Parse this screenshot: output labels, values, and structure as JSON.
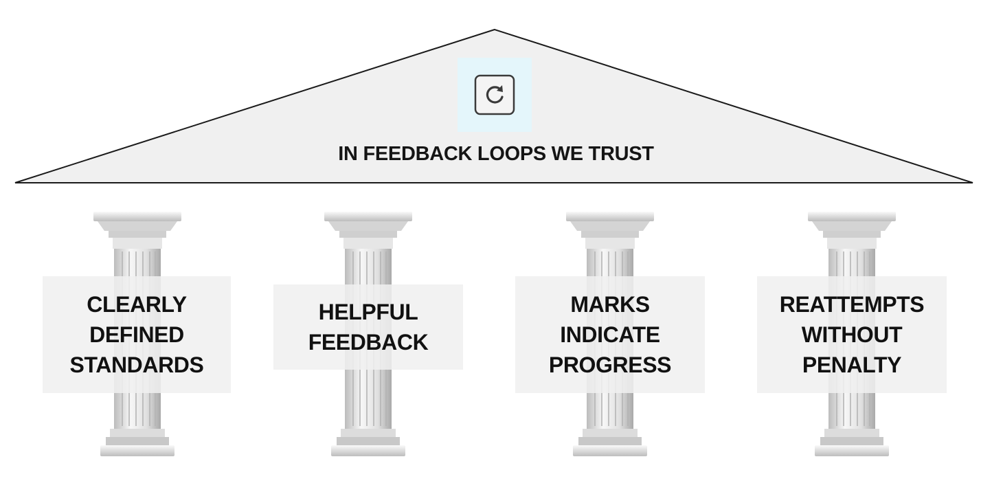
{
  "roof": {
    "title": "IN FEEDBACK LOOPS WE TRUST",
    "icon": "refresh-icon",
    "fill": "#f0f0f0",
    "stroke": "#1a1a1a"
  },
  "pillars": [
    {
      "label": "CLEARLY\nDEFINED\nSTANDARDS"
    },
    {
      "label": "HELPFUL\nFEEDBACK"
    },
    {
      "label": "MARKS\nINDICATE\nPROGRESS"
    },
    {
      "label": "REATTEMPTS\nWITHOUT\nPENALTY"
    }
  ]
}
